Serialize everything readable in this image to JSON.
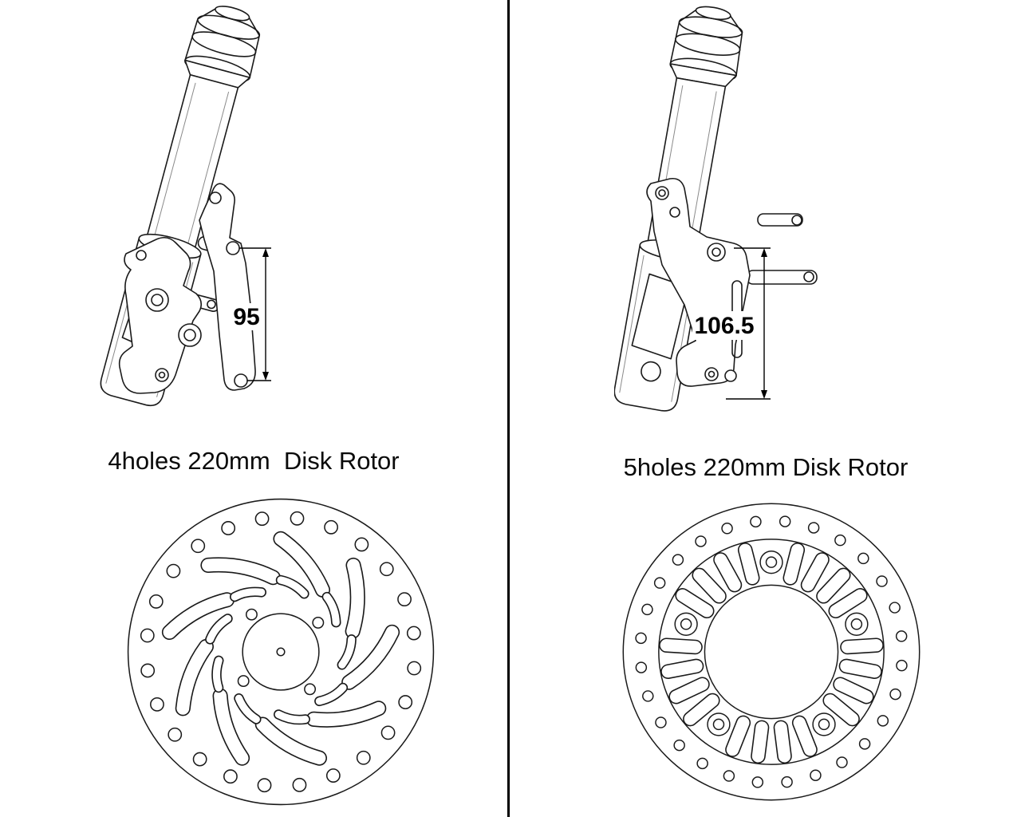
{
  "left": {
    "title": "4holes 220mm  Disk Rotor",
    "dimension_label": "95"
  },
  "right": {
    "title": "5holes 220mm Disk Rotor",
    "dimension_label": "106.5"
  },
  "colors": {
    "line": "#1a1a1a",
    "background": "#ffffff",
    "divider": "#000000"
  }
}
